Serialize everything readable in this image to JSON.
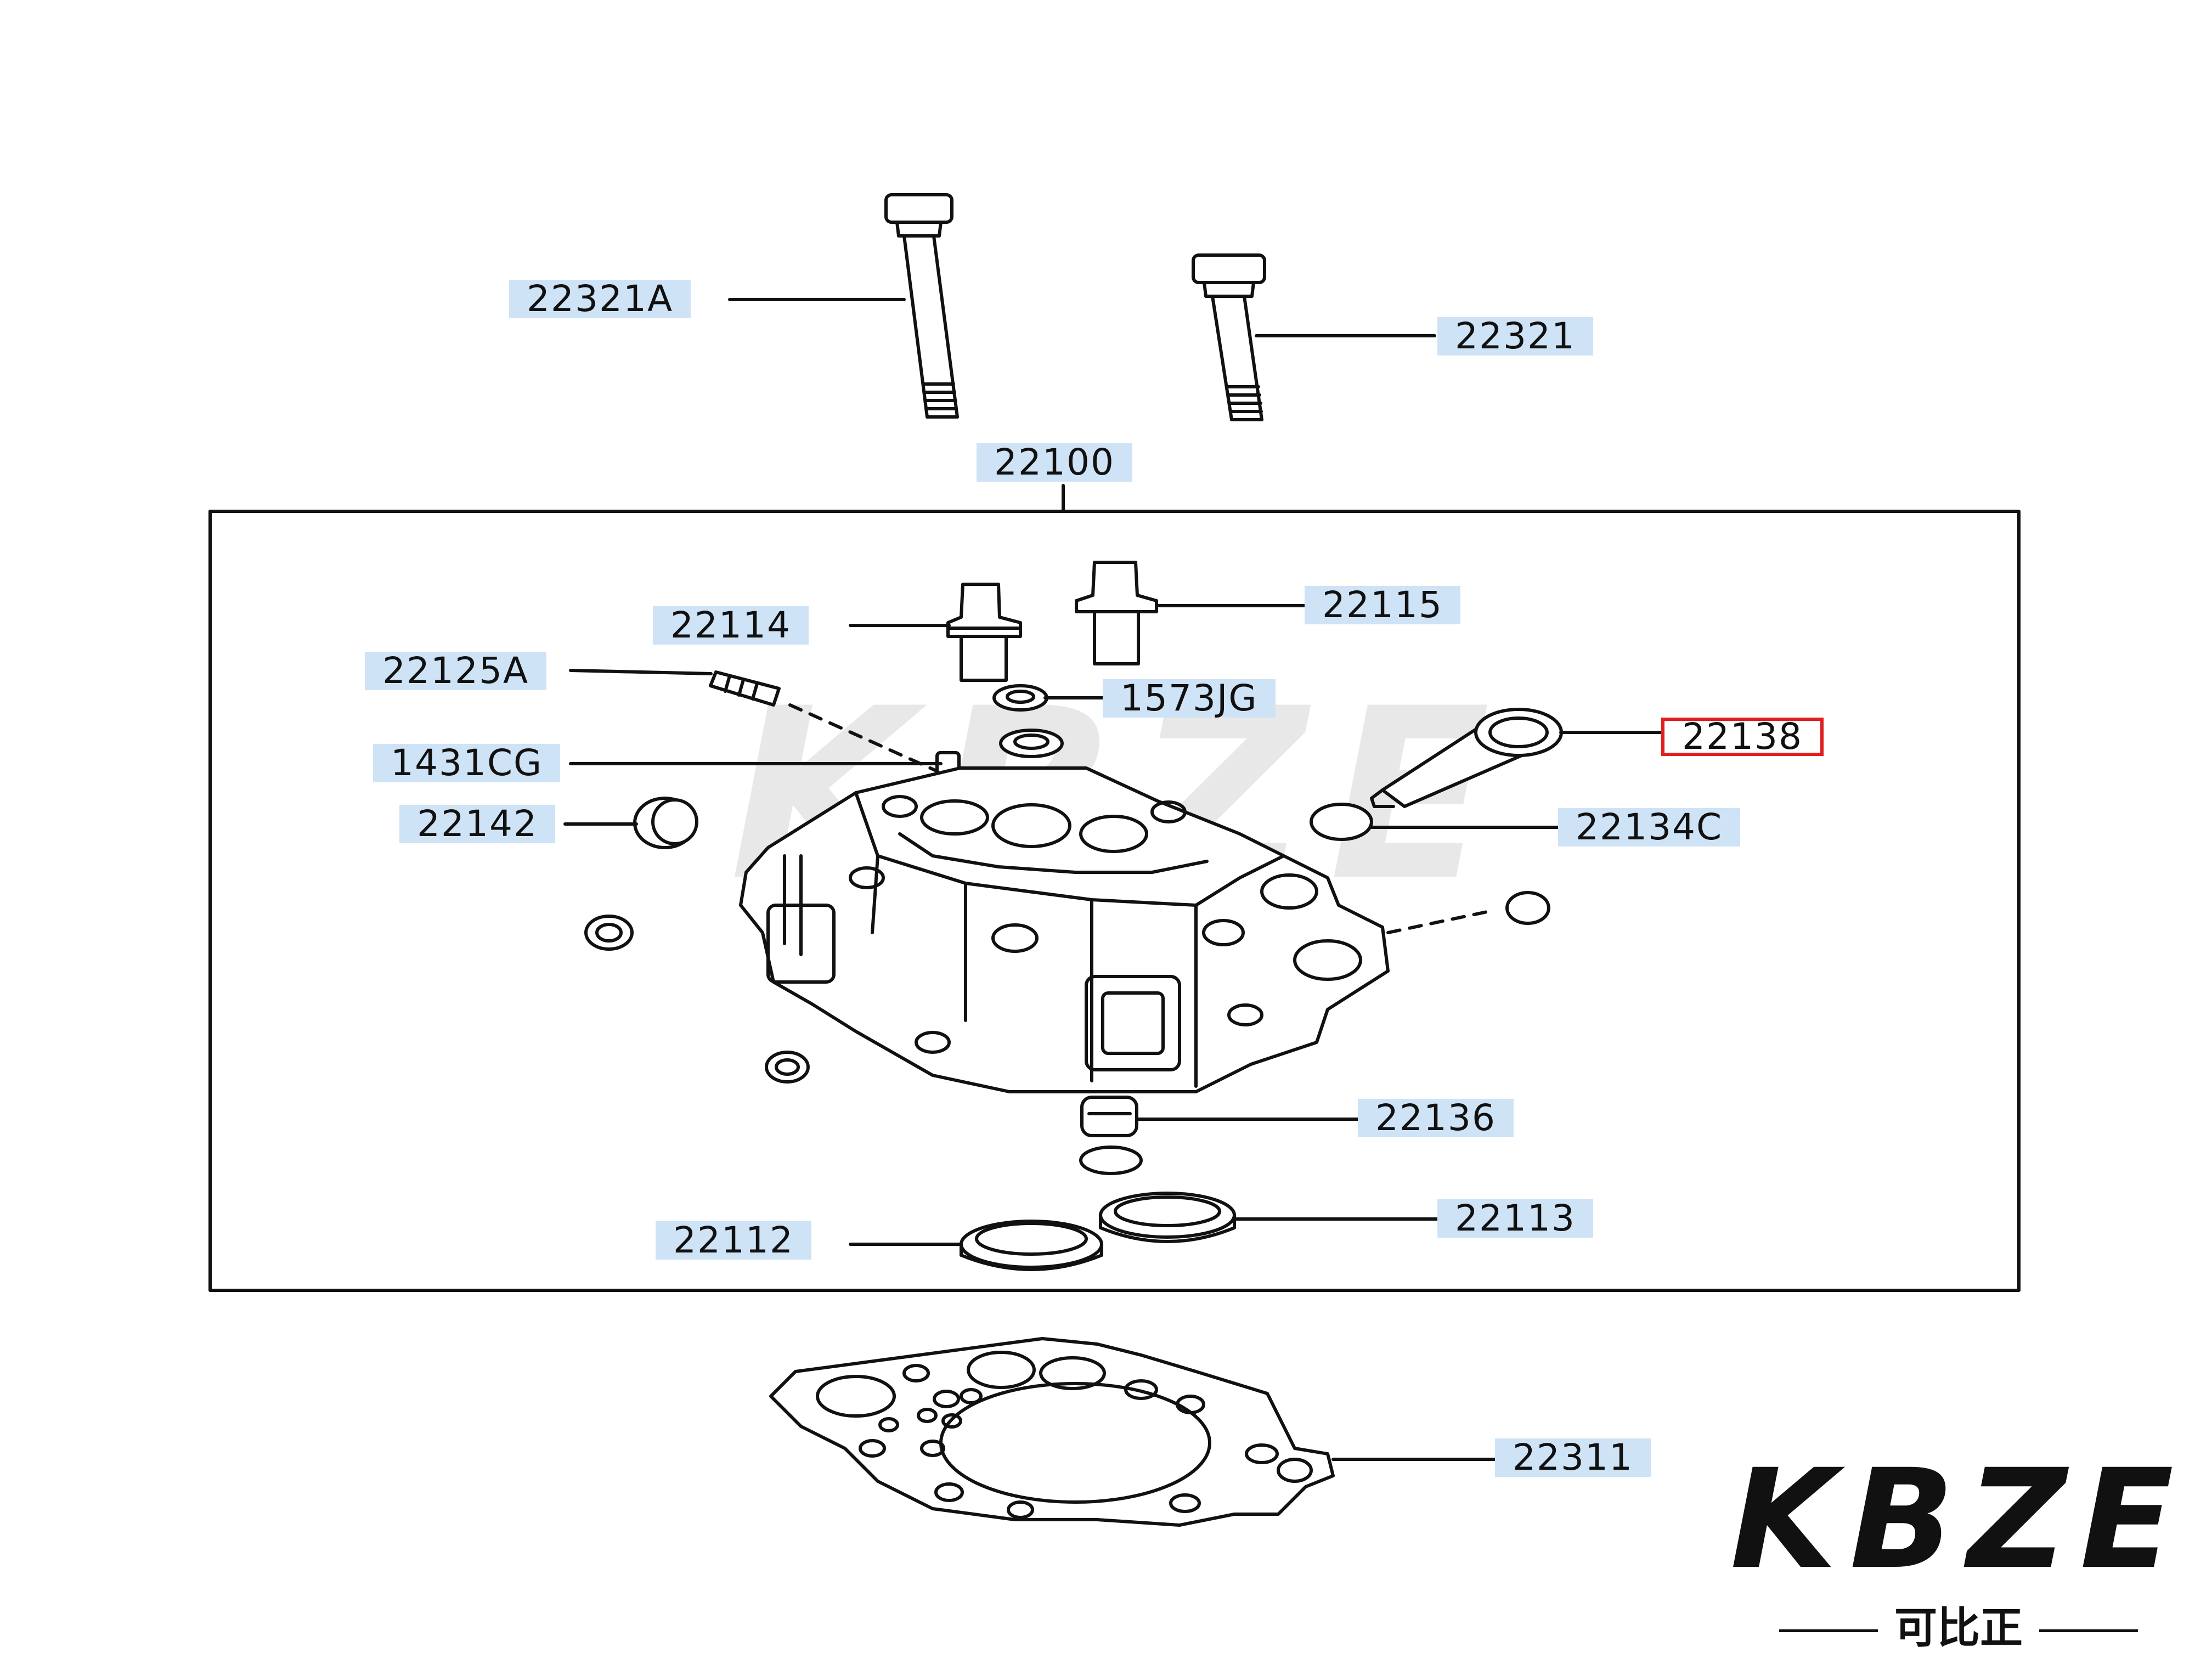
{
  "labels": {
    "bolt_a": "22321A",
    "bolt": "22321",
    "head_assembly": "22100",
    "valve_guide_intake": "22114",
    "valve_guide_exhaust": "22115",
    "stud": "22125A",
    "seal_1573": "1573JG",
    "pin": "1431CG",
    "plug_left": "22142",
    "nozzle_sleeve": "22138",
    "o_ring": "22134C",
    "guide_bottom": "22136",
    "seat_intake": "22112",
    "seat_exhaust": "22113",
    "gasket": "22311"
  },
  "highlighted_part": "22138",
  "watermark_text": "KBZE",
  "logo": {
    "word": "KBZE",
    "subtitle": "可比正"
  },
  "colors": {
    "label_bg": "#cfe3f7",
    "highlight_border": "#e02020",
    "line": "#111111"
  }
}
